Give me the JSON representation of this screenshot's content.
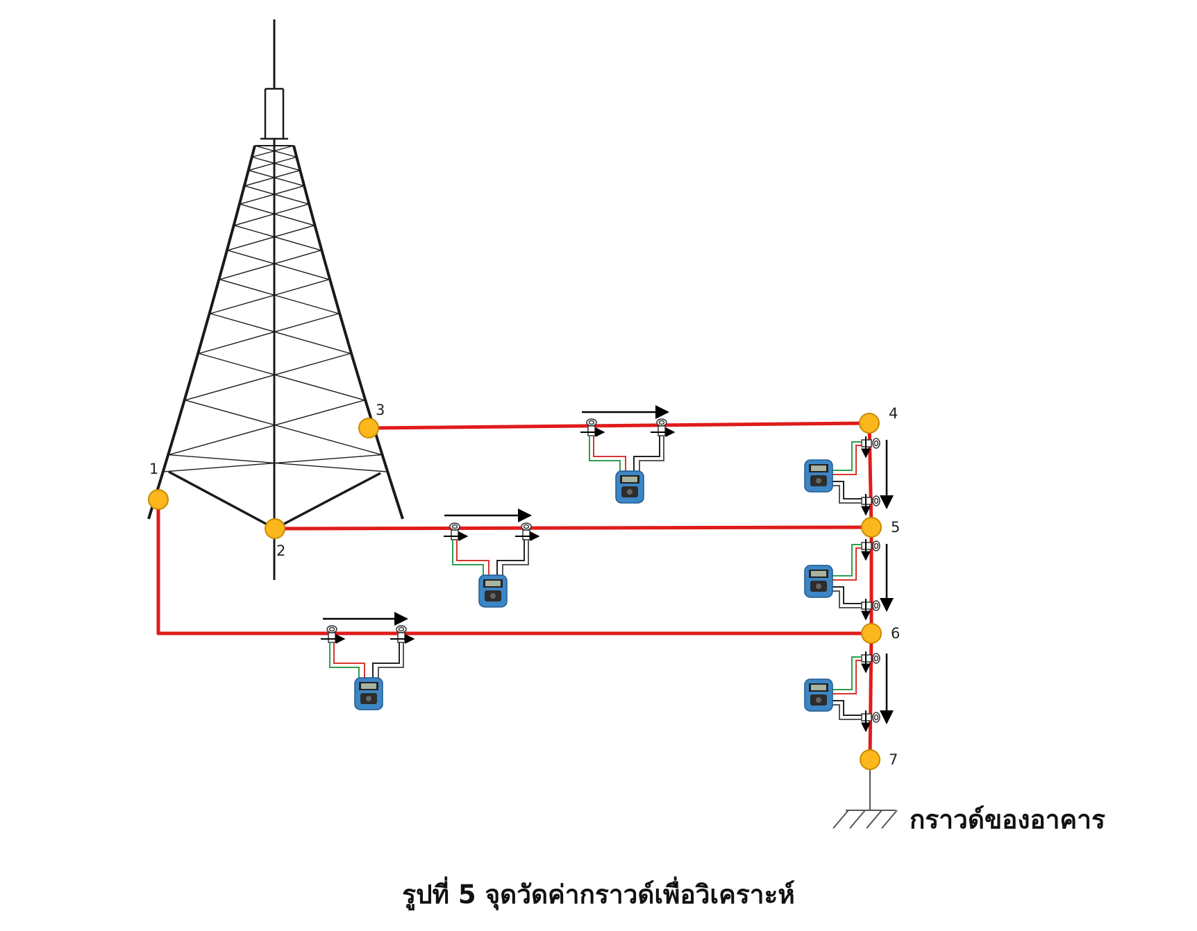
{
  "diagram": {
    "nodes": [
      {
        "id": "1",
        "label": "1"
      },
      {
        "id": "2",
        "label": "2"
      },
      {
        "id": "3",
        "label": "3"
      },
      {
        "id": "4",
        "label": "4"
      },
      {
        "id": "5",
        "label": "5"
      },
      {
        "id": "6",
        "label": "6"
      },
      {
        "id": "7",
        "label": "7"
      }
    ],
    "connections": [
      {
        "from": "3",
        "to": "4"
      },
      {
        "from": "2",
        "to": "5"
      },
      {
        "from": "1",
        "to": "6"
      },
      {
        "from": "4",
        "to": "5"
      },
      {
        "from": "5",
        "to": "6"
      },
      {
        "from": "6",
        "to": "7"
      }
    ],
    "ground_label": "กราวด์ของอาคาร",
    "caption": "รูปที่ 5 จุดวัดค่ากราวด์เพื่อวิเคราะห์"
  },
  "colors": {
    "conductor": "#e01b1b",
    "node_fill": "#fbb71c",
    "node_stroke": "#c98a00",
    "tower": "#1a1a1a",
    "meter_body": "#3d86c6",
    "lead_green": "#2e9e4f",
    "lead_red": "#d9342b",
    "lead_black": "#222222"
  },
  "icons": [
    "transmission-tower-icon",
    "clamp-meter-icon",
    "current-clamp-icon",
    "ground-symbol-icon",
    "arrow-right-icon",
    "arrow-down-icon"
  ]
}
